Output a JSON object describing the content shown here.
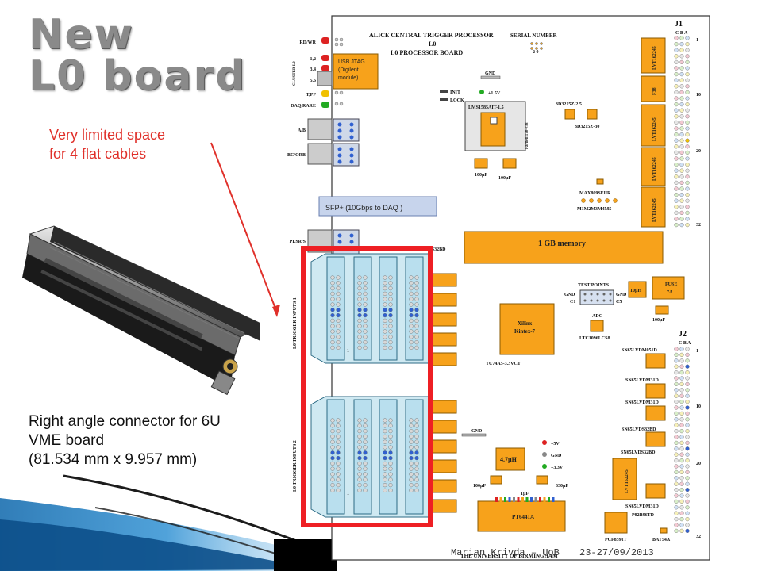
{
  "title": {
    "line1": "New",
    "line2": "L0 board"
  },
  "notes": {
    "space_line1": "Very limited space",
    "space_line2": "for 4 flat cables",
    "connector_line1": "Right angle connector for 6U",
    "connector_line2": "VME board",
    "connector_line3": "(81.534 mm x 9.957 mm)"
  },
  "footer": {
    "author": "Marian Krivda – UoB",
    "date": "23-27/09/2013"
  },
  "board": {
    "header1": "ALICE CENTRAL TRIGGER PROCESSOR",
    "header2": "L0",
    "header3": "L0 PROCESSOR BOARD",
    "serial": "SERIAL NUMBER",
    "serial_digits": "2  0",
    "university": "THE UNIVERSITY OF BIRMINGHAM",
    "j1": "J1",
    "j2": "J2",
    "cba": "C B A",
    "usb_jtag": [
      "USB JTAG",
      "(Digilent",
      "module)"
    ],
    "left_labels": [
      "RD/WR",
      "1,2",
      "3,4",
      "5,6",
      "T,PP",
      "DAQ,RARE",
      "A/B",
      "BC/ORB",
      "PLSR/S"
    ],
    "cluster_l0": "CLUSTER L0",
    "gnd": "GND",
    "init": "INIT",
    "lock": "LOCK",
    "plus15v": "+1.5V",
    "lms": "LMS1585AIT-1.5",
    "farnell": "Farnell 170-758",
    "cap100a": "100µF",
    "cap100b": "100µF",
    "ic1": "3D3215Z-2.5",
    "ic2": "3D3215Z-30",
    "lvt": "LVT162245",
    "f38": "F38",
    "max": "MAX809SEUR",
    "m_labels": "M1M2M3M4M5",
    "sfp": "SFP+ (10Gbps to DAQ )",
    "memory": "1 GB memory",
    "sn_top": "SN65LVDS32BD",
    "test_points": "TEST POINTS",
    "c1": "C1",
    "c5": "C5",
    "gnd_tp": "GND",
    "inductor": "10µH",
    "fuse": [
      "FUSE",
      "7A"
    ],
    "cap_fuse": "100µF",
    "adc": "ADC",
    "adc_part": "LTC1096LCS8",
    "xilinx": [
      "Xilinx",
      "Kintex-7"
    ],
    "tc74": "TC74A5-3.3VCT",
    "inputs1": "L0 TRIGGER INPUTS 1",
    "inputs2": "L0 TRIGGER INPUTS 2",
    "pin1": "1",
    "ind47": "4.7µH",
    "v5": "+5V",
    "gnd2": "GND",
    "v33": "+3.3V",
    "cap_a": "100µF",
    "cap_b": "330µF",
    "cap_c": "1µF",
    "pt": "PT6441A",
    "pcf": "PCF8591T",
    "p82": "P82B96TD",
    "bat": "BAT54A",
    "sn_right": [
      "SN65LVDM051D",
      "SN65LVDM31D",
      "SN65LVDM31D",
      "SN65LVDS32BD",
      "SN65LVDS32BD",
      "SN65LVDM31D"
    ],
    "j1_nums": [
      "1",
      "10",
      "20",
      "32"
    ],
    "j2_nums": [
      "1",
      "10",
      "20",
      "32"
    ]
  },
  "colors": {
    "orange": "#f7a21b",
    "highlight_red": "#ee1f24",
    "connector_blue": "#cfe9f2",
    "note_red": "#e0302a",
    "arrow_red": "#e0302a",
    "title_gray": "#8a8a8a"
  }
}
